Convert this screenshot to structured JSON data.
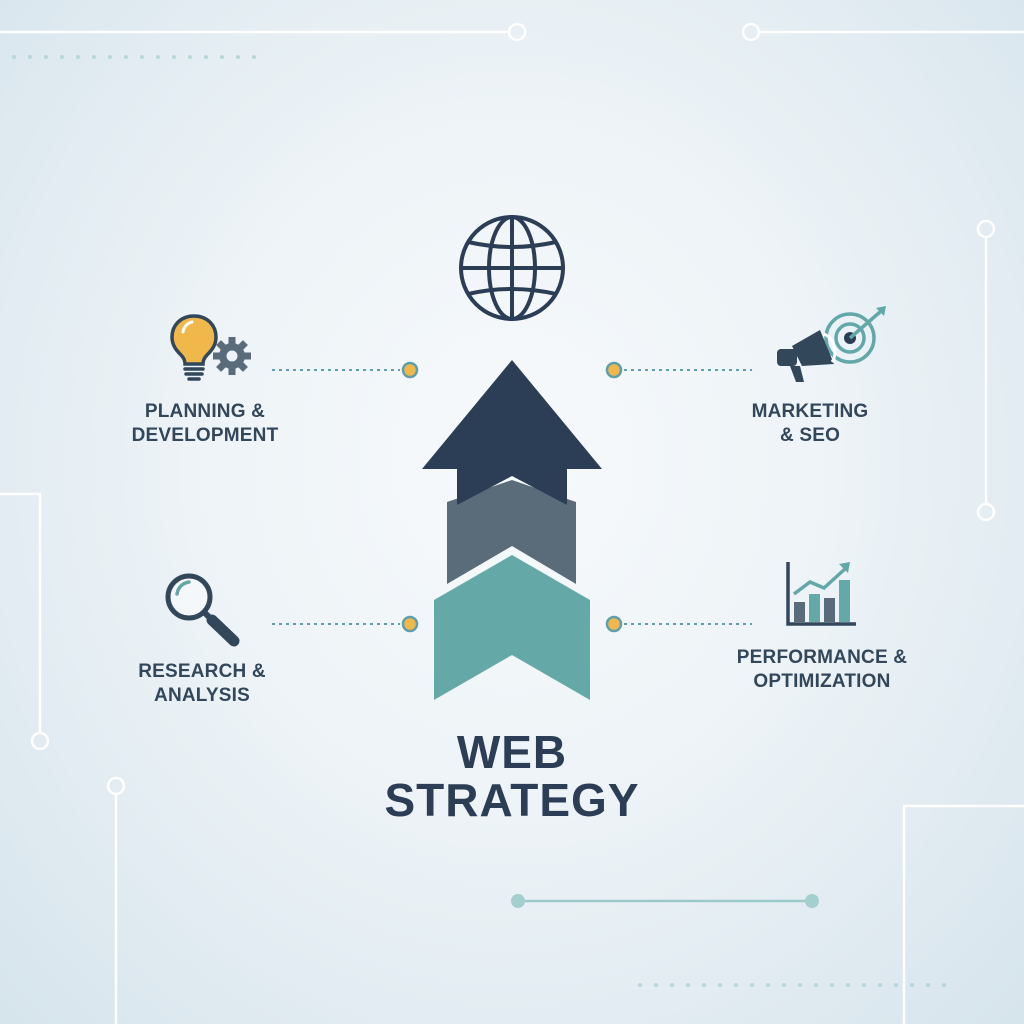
{
  "title": {
    "line1": "WEB",
    "line2": "STRATEGY"
  },
  "items": [
    {
      "line1": "PLANNING &",
      "line2": "DEVELOPMENT",
      "icon": "lightbulb-gear-icon"
    },
    {
      "line1": "MARKETING",
      "line2": "& SEO",
      "icon": "megaphone-target-icon"
    },
    {
      "line1": "RESEARCH &",
      "line2": "ANALYSIS",
      "icon": "magnifier-icon"
    },
    {
      "line1": "PERFORMANCE &",
      "line2": "OPTIMIZATION",
      "icon": "bar-chart-growth-icon"
    }
  ],
  "center_icon": "globe-icon",
  "colors": {
    "navy": "#2b3e55",
    "slate": "#5c6e7e",
    "teal": "#62a8a8",
    "gold": "#f0b84a",
    "text": "#33475b",
    "line": "#ffffff",
    "dotted": "#5f9fab"
  }
}
